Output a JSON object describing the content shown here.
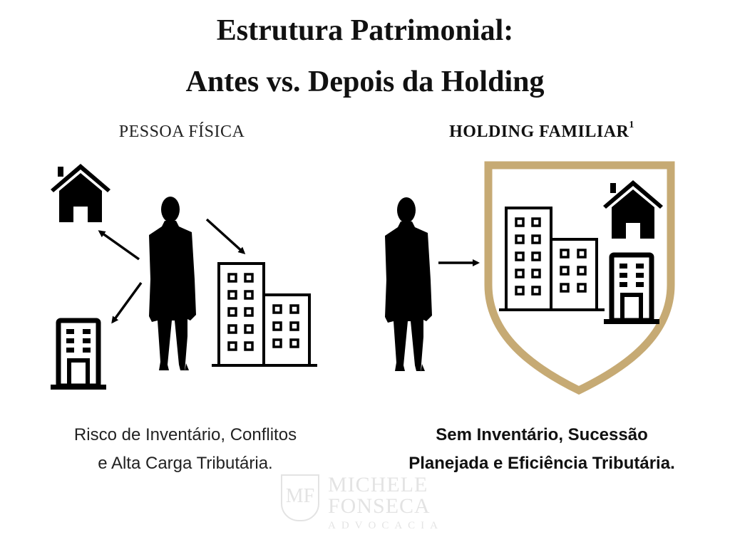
{
  "title": {
    "line1": "Estrutura Patrimonial:",
    "line2": "Antes vs. Depois da Holding"
  },
  "left": {
    "heading": "PESSOA FÍSICA",
    "caption_line1": "Risco de Inventário, Conflitos",
    "caption_line2": "e Alta Carga Tributária.",
    "icons": [
      "person-icon",
      "house-icon",
      "office-building-icon",
      "apartment-buildings-icon"
    ],
    "arrows": 3
  },
  "right": {
    "heading": "HOLDING FAMILIAR",
    "heading_sup": "1",
    "caption_line1": "Sem Inventário, Sucessão",
    "caption_line2": "Planejada e Eficiência Tributária.",
    "icons": [
      "person-icon",
      "shield-icon",
      "apartment-buildings-icon",
      "house-icon",
      "office-building-icon"
    ],
    "arrows": 1
  },
  "colors": {
    "shield": "#C6AA74",
    "icon": "#000000",
    "text": "#111111"
  },
  "watermark": {
    "monogram": "MF",
    "line1": "MICHELE",
    "line2": "FONSECA",
    "line3": "ADVOCACIA"
  }
}
